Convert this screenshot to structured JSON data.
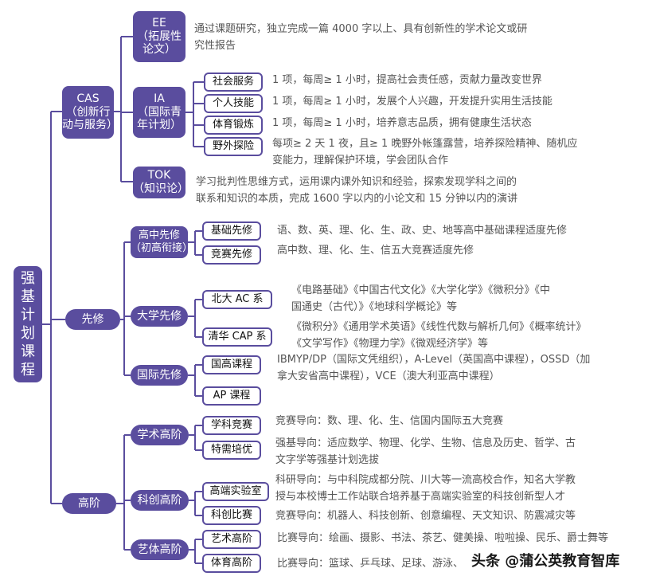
{
  "root": {
    "label": "强\n基\n计\n划\n课\n程"
  },
  "branches": {
    "cas": {
      "label": "CAS\n（创新行\n动与服务）",
      "ee": {
        "label": "EE\n（拓展性\n论文）",
        "desc": "通过课题研究，独立完成一篇 4000 字以上、具有创新性的学术论文或研\n究性报告"
      },
      "ia": {
        "label": "IA\n（国际青\n年计划）",
        "items": [
          {
            "label": "社会服务",
            "desc": "1 项，每周≥ 1 小时，提高社会责任感，贡献力量改变世界"
          },
          {
            "label": "个人技能",
            "desc": "1 项，每周≥ 1 小时，发展个人兴趣，开发提升实用生活技能"
          },
          {
            "label": "体育锻炼",
            "desc": "1 项，每周≥ 1 小时，培养意志品质，拥有健康生活状态"
          },
          {
            "label": "野外探险",
            "desc": "每项≥ 2 天 1 夜，且≥ 1 晚野外帐篷露营，培养探险精神、随机应\n变能力，理解保护环境，学会团队合作"
          }
        ]
      },
      "tok": {
        "label": "TOK\n（知识论）",
        "desc": "学习批判性思维方式，运用课内课外知识和经验，探索发现学科之间的\n联系和知识的本质，完成 1600 字以内的小论文和 15 分钟以内的演讲"
      }
    },
    "xianxiu": {
      "label": "先修",
      "gaozhong": {
        "label": "高中先修\n（初高衔接）",
        "items": [
          {
            "label": "基础先修",
            "desc": "语、数、英、理、化、生、政、史、地等高中基础课程适度先修"
          },
          {
            "label": "竞赛先修",
            "desc": "高中数、理、化、生、信五大竞赛适度先修"
          }
        ]
      },
      "daxue": {
        "label": "大学先修",
        "items": [
          {
            "label": "北大 AC 系",
            "desc": "《电路基础》《中国古代文化》《大学化学》《微积分》《中\n国通史（古代）》《地球科学概论》等"
          },
          {
            "label": "清华 CAP 系",
            "desc": "《微积分》《通用学术英语》《线性代数与解析几何》《概率统计》\n《文学写作》《物理力学》《微观经济学》等"
          }
        ]
      },
      "guoji": {
        "label": "国际先修",
        "items": [
          {
            "label": "国高课程",
            "desc": "IBMYP/DP（国际文凭组织），A-Level（英国高中课程），OSSD（加\n拿大安省高中课程），VCE（澳大利亚高中课程）"
          },
          {
            "label": "AP 课程",
            "desc": ""
          }
        ]
      }
    },
    "gaojie": {
      "label": "高阶",
      "xueshu": {
        "label": "学术高阶",
        "items": [
          {
            "label": "学科竞赛",
            "desc": "竞赛导向：数、理、化、生、信国内国际五大竞赛"
          },
          {
            "label": "特需培优",
            "desc": "强基导向：适应数学、物理、化学、生物、信息及历史、哲学、古\n文字学等强基计划选拔"
          }
        ]
      },
      "kechuang": {
        "label": "科创高阶",
        "items": [
          {
            "label": "高端实验室",
            "desc": "科研导向：与中科院成都分院、川大等一流高校合作，知名大学教\n授与本校博士工作站联合培养基于高端实验室的科技创新型人才"
          },
          {
            "label": "科创比赛",
            "desc": "竞赛导向：机器人、科技创新、创意编程、天文知识、防震减灾等"
          }
        ]
      },
      "yiti": {
        "label": "艺体高阶",
        "items": [
          {
            "label": "艺术高阶",
            "desc": "比赛导向：绘画、摄影、书法、茶艺、健美操、啦啦操、民乐、爵士舞等"
          },
          {
            "label": "体育高阶",
            "desc": "比赛导向：篮球、乒乓球、足球、游泳、"
          }
        ]
      }
    }
  },
  "watermark": "头条 @蒲公英教育智库",
  "colors": {
    "node_fill": "#5a4d9e",
    "line": "#5a4d9e",
    "desc_text": "#555555"
  }
}
